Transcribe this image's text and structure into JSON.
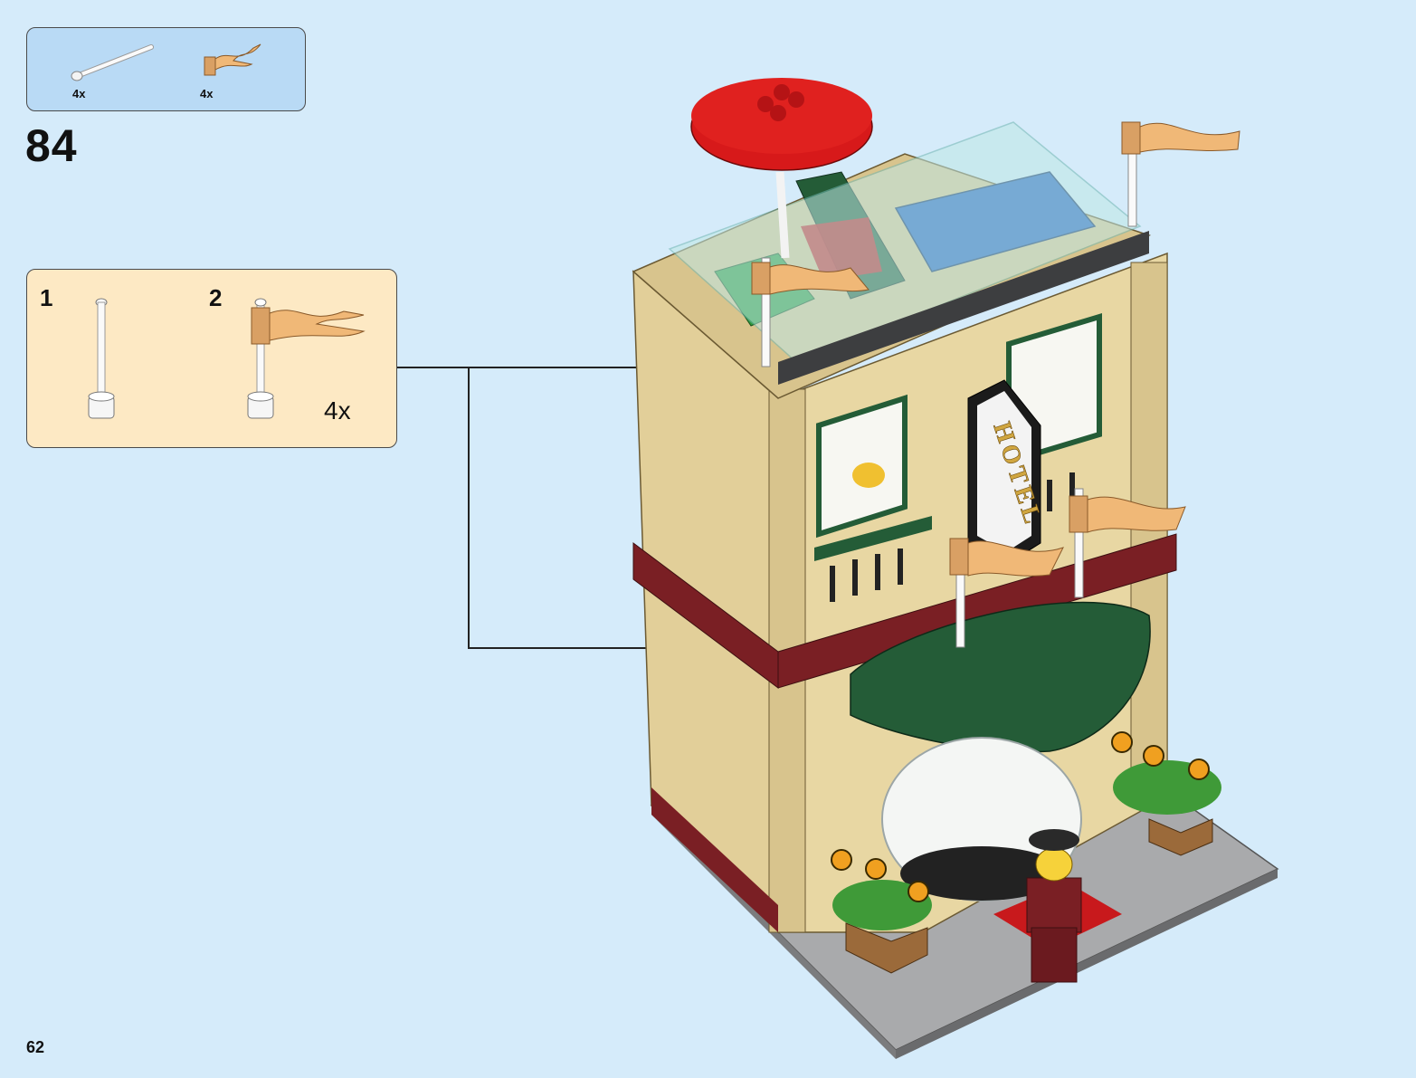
{
  "parts_list": {
    "items": [
      {
        "name": "bar-with-stud",
        "quantity": "4x",
        "icon": "white-antenna-bar-icon"
      },
      {
        "name": "flag-wave",
        "quantity": "4x",
        "icon": "tan-flag-icon"
      }
    ]
  },
  "step": {
    "number": "84"
  },
  "sub_assembly": {
    "steps": [
      {
        "number": "1",
        "icon": "white-antenna-bar-icon"
      },
      {
        "number": "2",
        "icon": "bar-with-flag-icon"
      }
    ],
    "multiplier": "4x"
  },
  "model": {
    "description_icon": "hotel-building-model",
    "sign_text": "HOTEL"
  },
  "colors": {
    "background": "#d5ebfa",
    "parts_box": "#b9daf5",
    "sub_box": "#fde9c4",
    "tan": "#e2cf99",
    "dark_green": "#245c37",
    "dark_red": "#7a1f24",
    "flag": "#f0b877"
  },
  "page": {
    "number": "62"
  }
}
